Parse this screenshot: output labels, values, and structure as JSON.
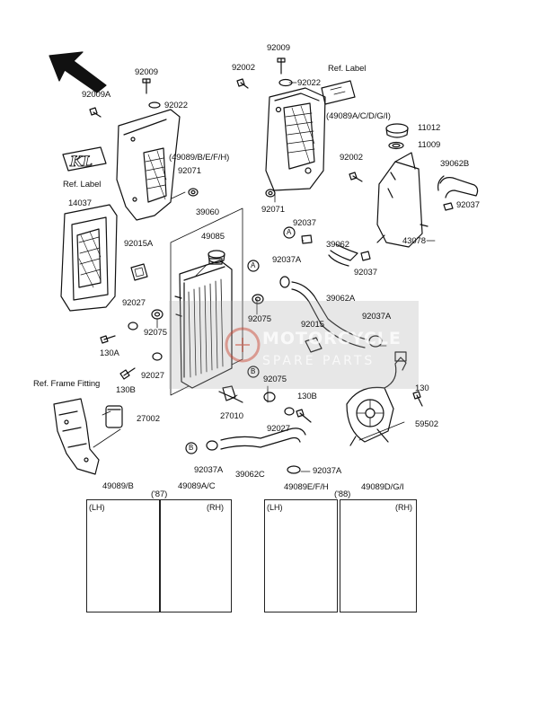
{
  "labels": {
    "l_92009_top": "92009",
    "l_92002_top": "92002",
    "l_92022_top": "92022",
    "l_ref_label_top": "Ref. Label",
    "l_92009_left": "92009",
    "l_92009A": "92009A",
    "l_92022_left": "92022",
    "l_49089A_CDGI": "(49089A/C/D/G/I)",
    "l_11012": "11012",
    "l_11009": "11009",
    "l_49089B_EFH": "(49089/B/E/F/H)",
    "l_92071_left": "92071",
    "l_92002_mid": "92002",
    "l_39062B": "39062B",
    "l_ref_label_left": "Ref. Label",
    "l_92071_mid": "92071",
    "l_92037_right": "92037",
    "l_14037": "14037",
    "l_39060": "39060",
    "l_92037_mid": "92037",
    "l_49085": "49085",
    "l_39062": "39062",
    "l_43078": "43078",
    "l_92015A": "92015A",
    "l_92037_low": "92037",
    "l_92037A_mid": "92037A",
    "l_39062A": "39062A",
    "l_92027_left": "92027",
    "l_92075_left": "92075",
    "l_92075_mid": "92075",
    "l_92015": "92015",
    "l_92037A_right": "92037A",
    "l_130A": "130A",
    "l_92027_mid": "92027",
    "l_130B_left": "130B",
    "l_ref_frame": "Ref. Frame Fitting",
    "l_92075_low": "92075",
    "l_130B_right": "130B",
    "l_130": "130",
    "l_27002": "27002",
    "l_27010": "27010",
    "l_92027_low": "92027",
    "l_59502": "59502",
    "l_92037A_bl": "92037A",
    "l_39062C": "39062C",
    "l_92037A_br": "92037A"
  },
  "callouts": {
    "a1": "A",
    "a2": "A",
    "b1": "B",
    "b2": "B"
  },
  "shrouds": {
    "p1_code": "49089/B",
    "p1_side": "(LH)",
    "year_87": "('87)",
    "p2_code": "49089A/C",
    "p2_side": "(RH)",
    "p3_code": "49089E/F/H",
    "year_88": "('88)",
    "p3_side": "(LH)",
    "p4_code": "49089D/G/I",
    "p4_side": "(RH)"
  },
  "watermark": {
    "line1": "MOTORCYCLE",
    "line2": "SPARE PARTS"
  },
  "colors": {
    "ink": "#111111",
    "paper": "#ffffff",
    "watermark": "#b4b4b4"
  }
}
